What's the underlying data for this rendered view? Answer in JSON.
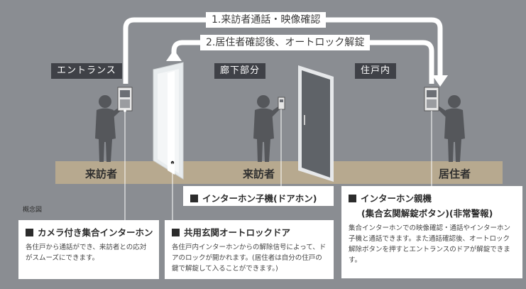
{
  "arrows": {
    "call_label": "1.来訪者通話・映像確認",
    "unlock_label": "2.居住者確認後、オートロック解錠"
  },
  "zones": {
    "entrance": "エントランス",
    "corridor": "廊下部分",
    "residence": "住戸内"
  },
  "people": {
    "visitor_entrance": "来訪者",
    "visitor_corridor": "来訪者",
    "resident": "居住者"
  },
  "note": "概念図",
  "callouts": {
    "camera_intercom": {
      "title": "カメラ付き集合インターホン",
      "body": "各住戸から通話ができ、来訪者との応対がスムーズにできます。"
    },
    "autolock_door": {
      "title": "共用玄関オートロックドア",
      "body": "各住戸内インターホンからの解除信号によって、ドアのロックが開かれます。(居住者は自分の住戸の鍵で解錠して入ることができます。)"
    },
    "door_phone": {
      "title": "インターホン子機(ドアホン)"
    },
    "master_unit": {
      "title": "インターホン親機",
      "subtitle": "(集合玄関解錠ボタン)(非常警報)",
      "body": "集合インターホンでの映像確認・通話やインターホン子機と通話できます。また通話確認後、オートロック解除ボタンを押すとエントランスのドアが解錠できます。"
    }
  },
  "colors": {
    "background": "#8a8d92",
    "floor": "#b7a98f",
    "silhouette": "#55575b",
    "label_dark": "#3f4147"
  }
}
